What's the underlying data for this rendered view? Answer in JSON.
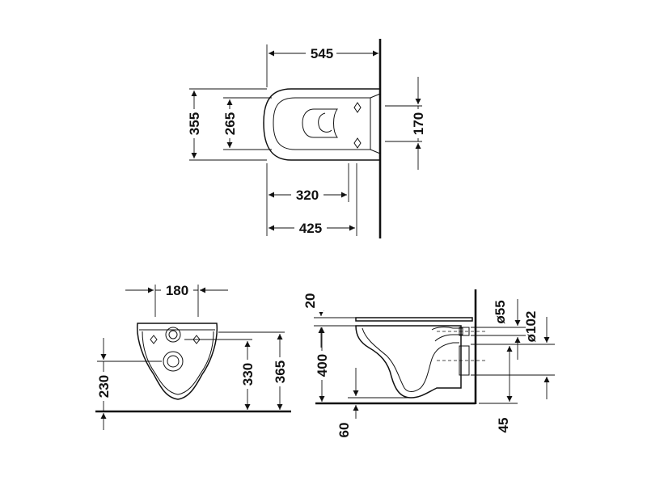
{
  "diagram": {
    "top_view": {
      "width_overall": "545",
      "depth_overall": "355",
      "depth_inner": "265",
      "bracket_spacing": "170",
      "bracket_to_front": "320",
      "fixing_to_front": "425"
    },
    "front_view": {
      "fixing_spacing": "180",
      "fixing_height": "230",
      "inlet_height": "330",
      "top_height": "365"
    },
    "side_view": {
      "seat_thickness": "20",
      "rim_height": "400",
      "floor_clearance": "60",
      "inlet_diameter": "ø55",
      "outlet_diameter": "ø102",
      "outlet_offset": "45"
    }
  }
}
